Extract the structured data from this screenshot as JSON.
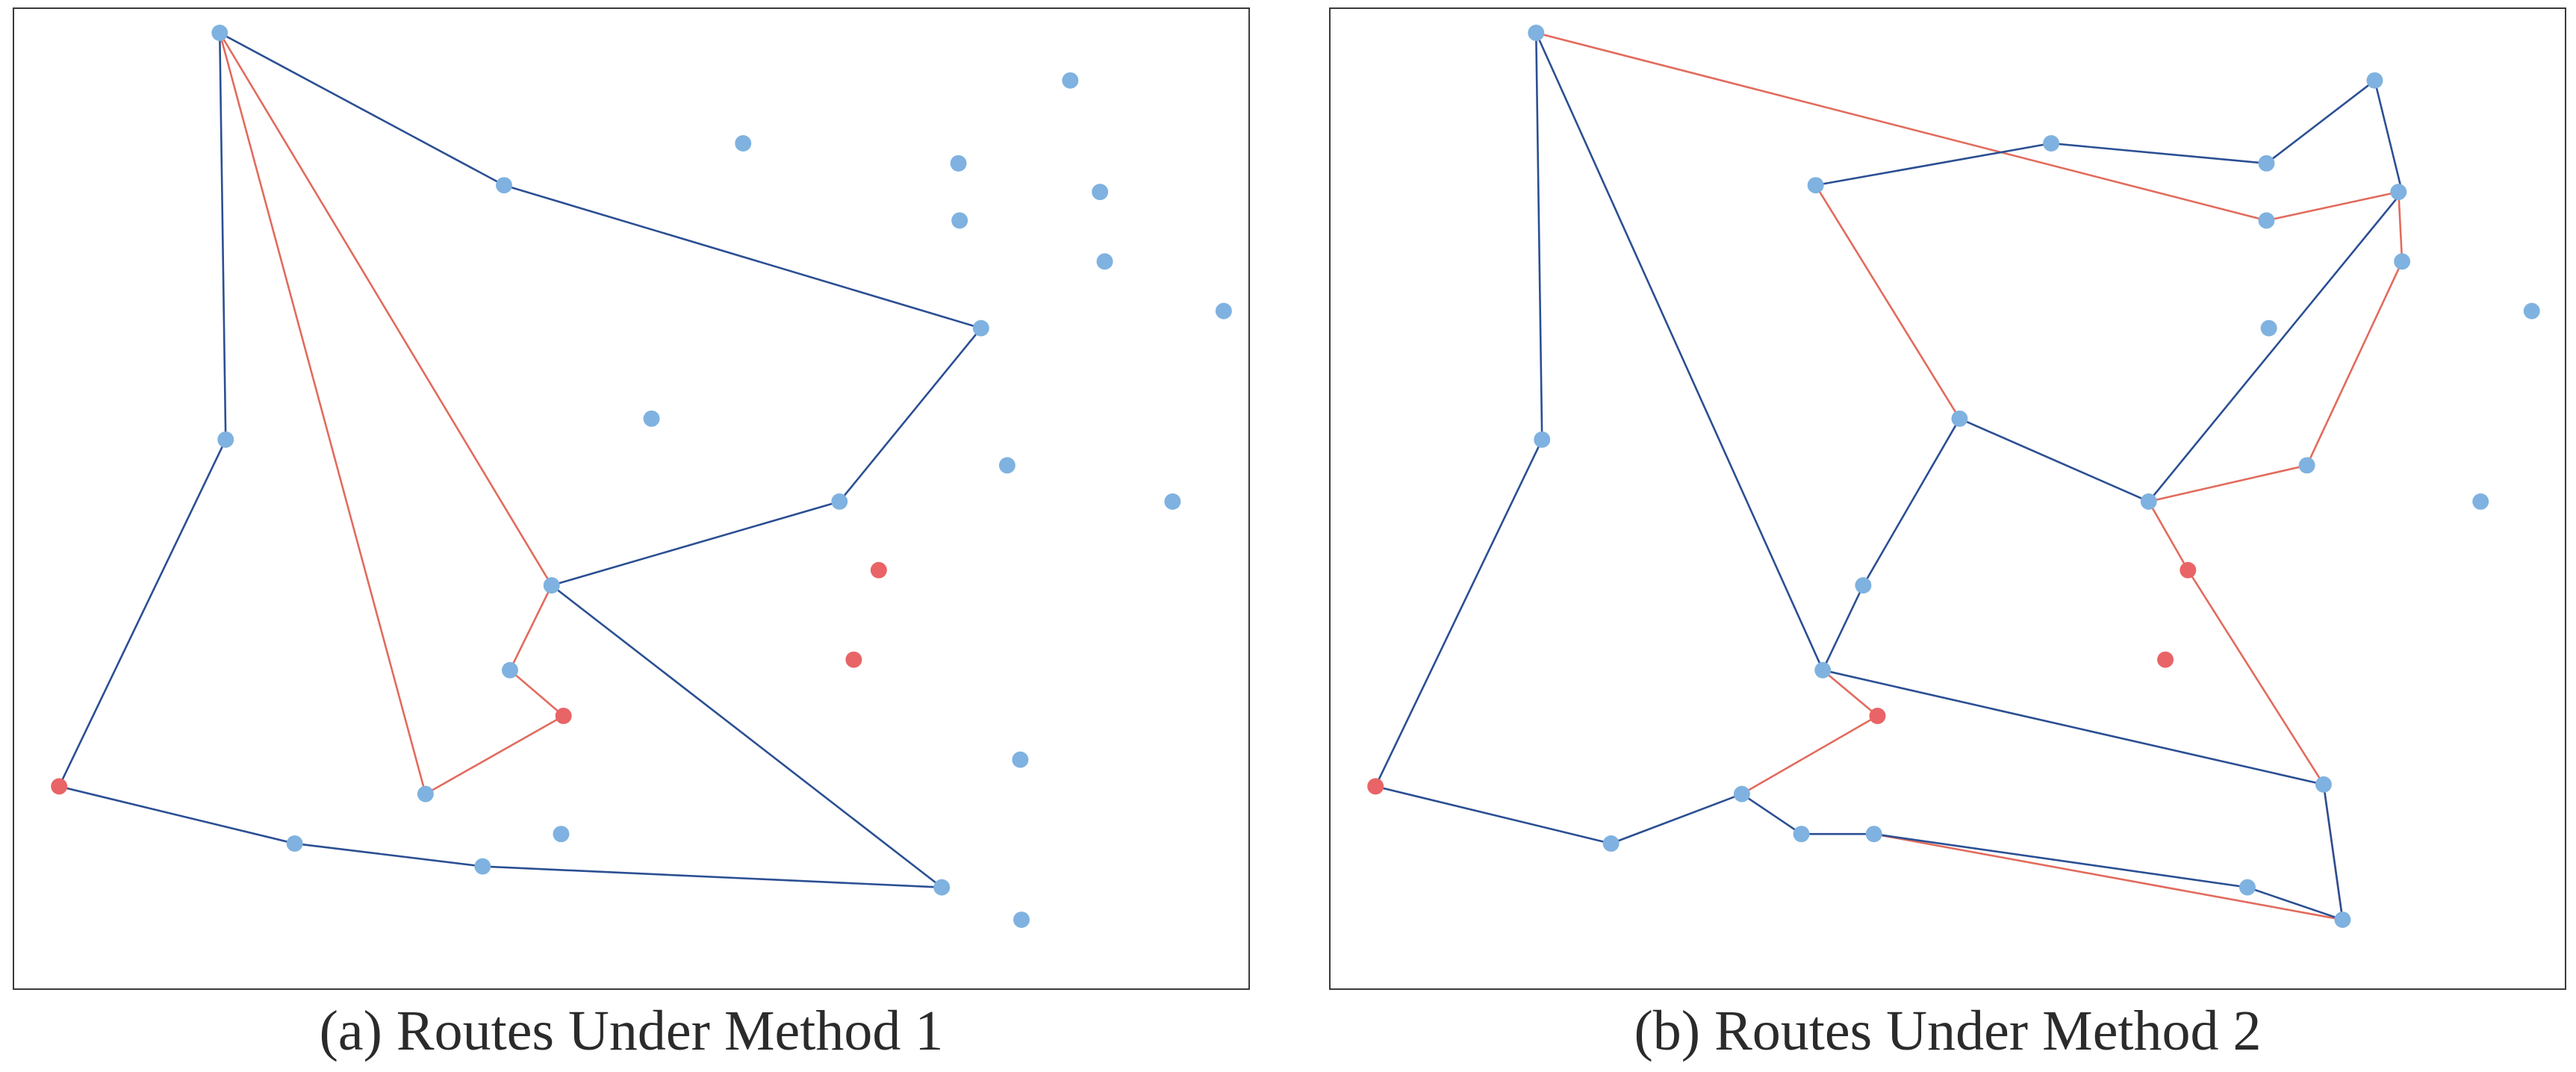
{
  "colors": {
    "customer": "#7fb2e0",
    "depot": "#e96466",
    "route_blue": "#2b4f93",
    "route_red": "#e26b5d"
  },
  "panels": [
    {
      "caption": "(a) Routes Under Method 1",
      "customers": [
        [
          0.154,
          0.989
        ],
        [
          0.159,
          0.562
        ],
        [
          0.393,
          0.829
        ],
        [
          0.594,
          0.873
        ],
        [
          0.794,
          0.679
        ],
        [
          0.775,
          0.852
        ],
        [
          0.776,
          0.792
        ],
        [
          0.869,
          0.939
        ],
        [
          0.894,
          0.822
        ],
        [
          0.898,
          0.749
        ],
        [
          0.998,
          0.697
        ],
        [
          0.517,
          0.584
        ],
        [
          0.816,
          0.535
        ],
        [
          0.955,
          0.497
        ],
        [
          0.433,
          0.409
        ],
        [
          0.675,
          0.497
        ],
        [
          0.398,
          0.32
        ],
        [
          0.327,
          0.19
        ],
        [
          0.441,
          0.148
        ],
        [
          0.217,
          0.138
        ],
        [
          0.375,
          0.114
        ],
        [
          0.761,
          0.092
        ],
        [
          0.827,
          0.226
        ],
        [
          0.828,
          0.058
        ]
      ],
      "depots": [
        [
          0.019,
          0.198
        ],
        [
          0.443,
          0.272
        ],
        [
          0.708,
          0.425
        ],
        [
          0.687,
          0.331
        ]
      ],
      "blue_routes": [
        [
          [
            0.154,
            0.989
          ],
          [
            0.159,
            0.562
          ],
          [
            0.019,
            0.198
          ],
          [
            0.217,
            0.138
          ],
          [
            0.375,
            0.114
          ],
          [
            0.761,
            0.092
          ],
          [
            0.433,
            0.409
          ],
          [
            0.675,
            0.497
          ],
          [
            0.794,
            0.679
          ],
          [
            0.393,
            0.829
          ],
          [
            0.154,
            0.989
          ]
        ]
      ],
      "red_routes": [
        [
          [
            0.154,
            0.989
          ],
          [
            0.433,
            0.409
          ],
          [
            0.398,
            0.32
          ],
          [
            0.443,
            0.272
          ],
          [
            0.327,
            0.19
          ],
          [
            0.154,
            0.989
          ]
        ]
      ]
    },
    {
      "caption": "(b) Routes Under Method 2",
      "customers": [
        [
          0.154,
          0.989
        ],
        [
          0.159,
          0.562
        ],
        [
          0.389,
          0.829
        ],
        [
          0.587,
          0.873
        ],
        [
          0.768,
          0.852
        ],
        [
          0.768,
          0.792
        ],
        [
          0.859,
          0.939
        ],
        [
          0.879,
          0.822
        ],
        [
          0.882,
          0.749
        ],
        [
          0.991,
          0.697
        ],
        [
          0.77,
          0.679
        ],
        [
          0.51,
          0.584
        ],
        [
          0.802,
          0.535
        ],
        [
          0.948,
          0.497
        ],
        [
          0.669,
          0.497
        ],
        [
          0.429,
          0.409
        ],
        [
          0.395,
          0.32
        ],
        [
          0.816,
          0.2
        ],
        [
          0.832,
          0.058
        ],
        [
          0.327,
          0.19
        ],
        [
          0.377,
          0.148
        ],
        [
          0.217,
          0.138
        ],
        [
          0.438,
          0.148
        ],
        [
          0.752,
          0.092
        ]
      ],
      "depots": [
        [
          0.019,
          0.198
        ],
        [
          0.441,
          0.272
        ],
        [
          0.702,
          0.425
        ],
        [
          0.683,
          0.331
        ]
      ],
      "blue_routes": [
        [
          [
            0.154,
            0.989
          ],
          [
            0.159,
            0.562
          ],
          [
            0.019,
            0.198
          ],
          [
            0.217,
            0.138
          ],
          [
            0.327,
            0.19
          ],
          [
            0.377,
            0.148
          ],
          [
            0.438,
            0.148
          ],
          [
            0.752,
            0.092
          ],
          [
            0.832,
            0.058
          ],
          [
            0.816,
            0.2
          ],
          [
            0.395,
            0.32
          ],
          [
            0.154,
            0.989
          ]
        ],
        [
          [
            0.389,
            0.829
          ],
          [
            0.587,
            0.873
          ],
          [
            0.768,
            0.852
          ],
          [
            0.859,
            0.939
          ],
          [
            0.882,
            0.822
          ],
          [
            0.669,
            0.497
          ],
          [
            0.51,
            0.584
          ],
          [
            0.429,
            0.409
          ],
          [
            0.395,
            0.32
          ]
        ]
      ],
      "red_routes": [
        [
          [
            0.154,
            0.989
          ],
          [
            0.768,
            0.792
          ],
          [
            0.879,
            0.822
          ],
          [
            0.882,
            0.749
          ],
          [
            0.802,
            0.535
          ],
          [
            0.669,
            0.497
          ],
          [
            0.702,
            0.425
          ],
          [
            0.816,
            0.2
          ],
          [
            0.832,
            0.058
          ],
          [
            0.438,
            0.148
          ]
        ],
        [
          [
            0.389,
            0.829
          ],
          [
            0.51,
            0.584
          ]
        ],
        [
          [
            0.395,
            0.32
          ],
          [
            0.441,
            0.272
          ],
          [
            0.327,
            0.19
          ]
        ]
      ]
    }
  ]
}
